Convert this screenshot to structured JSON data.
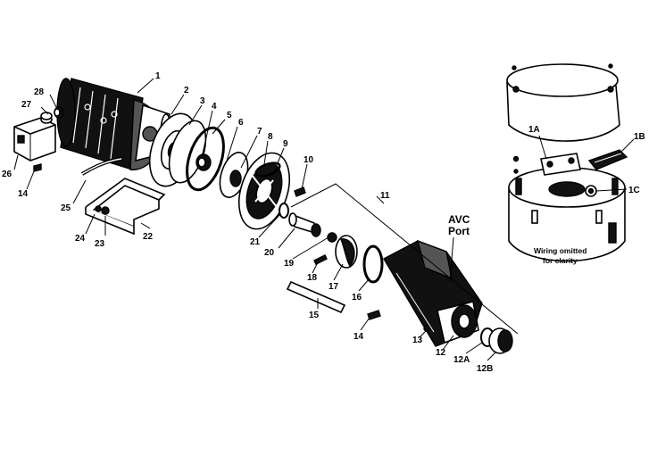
{
  "callouts": {
    "c1": "1",
    "c2": "2",
    "c3": "3",
    "c4": "4",
    "c5": "5",
    "c6": "6",
    "c7": "7",
    "c8": "8",
    "c9": "9",
    "c10": "10",
    "c11": "11",
    "c12": "12",
    "c12a": "12A",
    "c12b": "12B",
    "c13": "13",
    "c14a": "14",
    "c14b": "14",
    "c15": "15",
    "c16": "16",
    "c17": "17",
    "c18": "18",
    "c19": "19",
    "c20": "20",
    "c21": "21",
    "c22": "22",
    "c23": "23",
    "c24": "24",
    "c25": "25",
    "c26": "26",
    "c27": "27",
    "c28": "28",
    "c1a": "1A",
    "c1b": "1B",
    "c1c": "1C"
  },
  "avc_label_line1": "AVC",
  "avc_label_line2": "Port",
  "wiring_note_line1": "Wiring omitted",
  "wiring_note_line2": "for clarity"
}
